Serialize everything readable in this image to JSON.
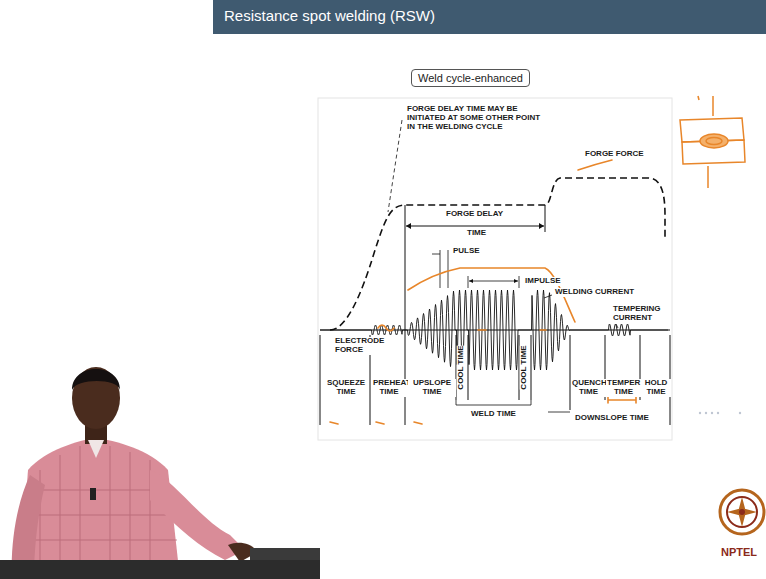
{
  "diagram": {
    "title": "Resistance spot welding (RSW)",
    "nodes": [
      {
        "text": [
          "Weld cycle-enhanced"
        ]
      }
    ],
    "labels": [
      "FORGE DELAY TIME MAY BE INITIATED AT SOME OTHER POINT IN THE WELDING CYCLE",
      "FORGE FORCE",
      "FORGE DELAY",
      "TIME",
      "PULSE",
      "IMPULSE",
      "WELDING CURRENT",
      "ELECTRODE FORCE",
      "TEMPERING CURRENT",
      "SQUEEZE TIME",
      "PREHEAT TIME",
      "UPSLOPE TIME",
      "COOL TIME",
      "COOL TIME",
      "WELD TIME",
      "QUENCH TIME",
      "TEMPER TIME",
      "HOLD TIME",
      "DOWNSLOPE TIME",
      "NPTEL"
    ]
  }
}
